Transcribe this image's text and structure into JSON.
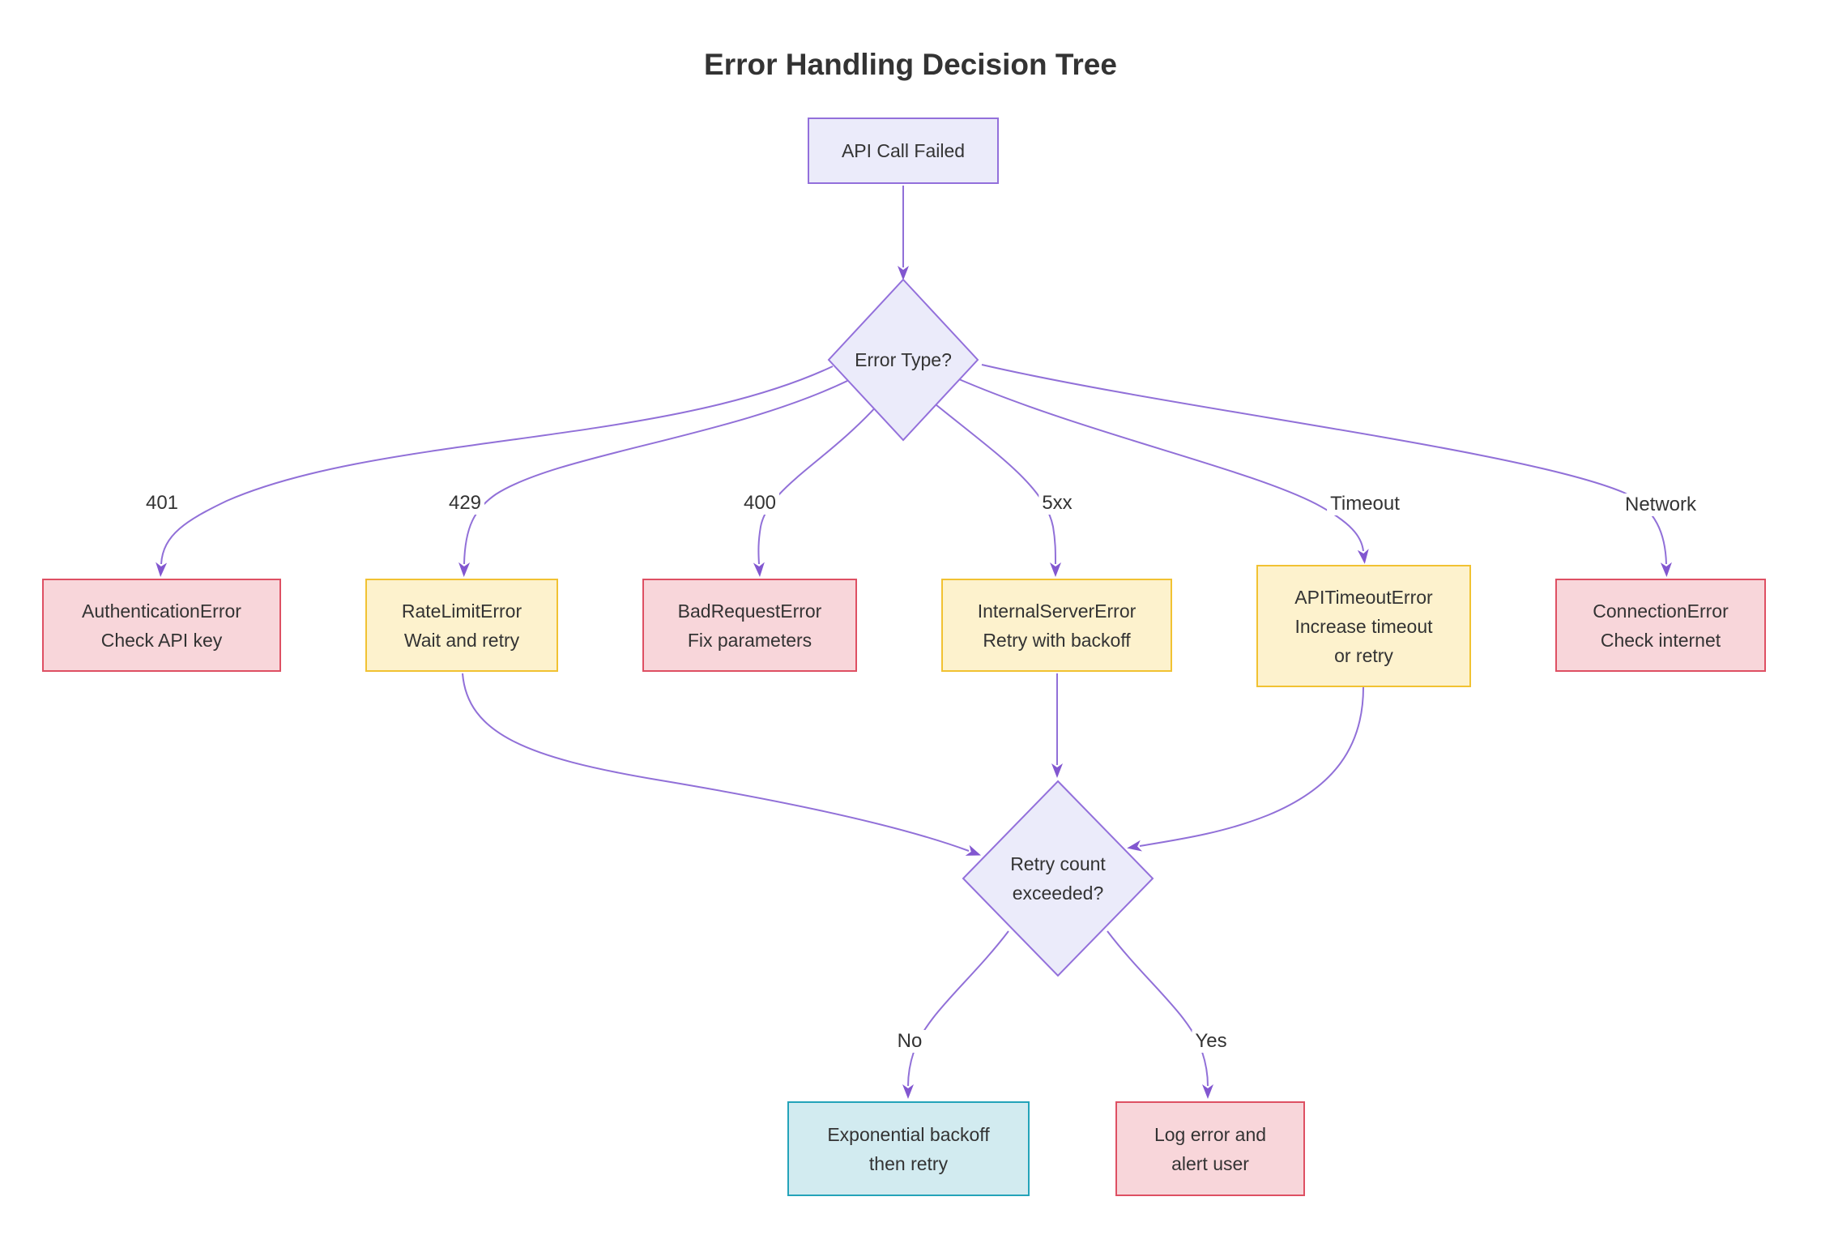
{
  "title": "Error Handling Decision Tree",
  "colors": {
    "text": "#333333",
    "edge_stroke": "#9170d8",
    "edge_arrow": "#8257d0",
    "decision_fill": "#ebebfa",
    "decision_border": "#9370db",
    "error_fill": "#f8d6da",
    "error_border": "#de5063",
    "warn_fill": "#fdf2cd",
    "warn_border": "#f1c232",
    "action_fill": "#d2ebf0",
    "action_border": "#24a3b9"
  },
  "nodes": {
    "start": {
      "line1": "API Call Failed"
    },
    "error_type": {
      "line1": "Error Type?"
    },
    "auth": {
      "line1": "AuthenticationError",
      "line2": "Check API key"
    },
    "rate_limit": {
      "line1": "RateLimitError",
      "line2": "Wait and retry"
    },
    "bad_request": {
      "line1": "BadRequestError",
      "line2": "Fix parameters"
    },
    "internal_server": {
      "line1": "InternalServerError",
      "line2": "Retry with backoff"
    },
    "timeout": {
      "line1": "APITimeoutError",
      "line2": "Increase timeout",
      "line3": "or retry"
    },
    "connection": {
      "line1": "ConnectionError",
      "line2": "Check internet"
    },
    "retry_count": {
      "line1": "Retry count",
      "line2": "exceeded?"
    },
    "backoff": {
      "line1": "Exponential backoff",
      "line2": "then retry"
    },
    "log_alert": {
      "line1": "Log error and",
      "line2": "alert user"
    }
  },
  "edge_labels": {
    "e401": "401",
    "e429": "429",
    "e400": "400",
    "e5xx": "5xx",
    "timeout": "Timeout",
    "network": "Network",
    "no": "No",
    "yes": "Yes"
  }
}
